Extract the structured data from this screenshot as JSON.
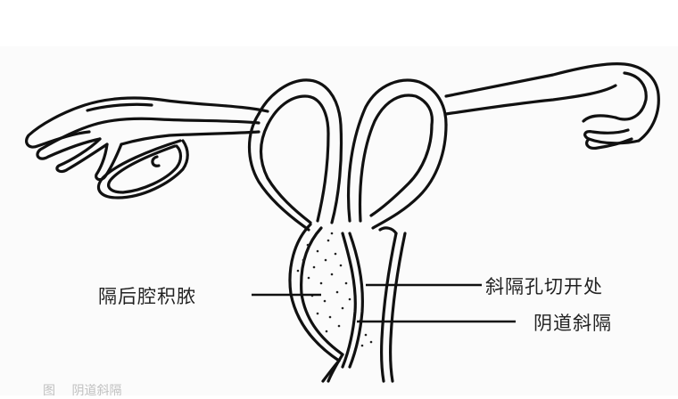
{
  "figure": {
    "type": "anatomical line drawing",
    "subject": "uterus with vaginal oblique septum (didelphic uterus, bilateral tubes and ovaries)",
    "labels": {
      "left": "隔后腔积脓",
      "right_top": "斜隔孔切开处",
      "right_bottom": "阴道斜隔"
    },
    "caption_partial": "图　 阴道斜隔"
  },
  "colors": {
    "line": "#111111",
    "background": "#fbfbfb",
    "text": "#222222"
  }
}
